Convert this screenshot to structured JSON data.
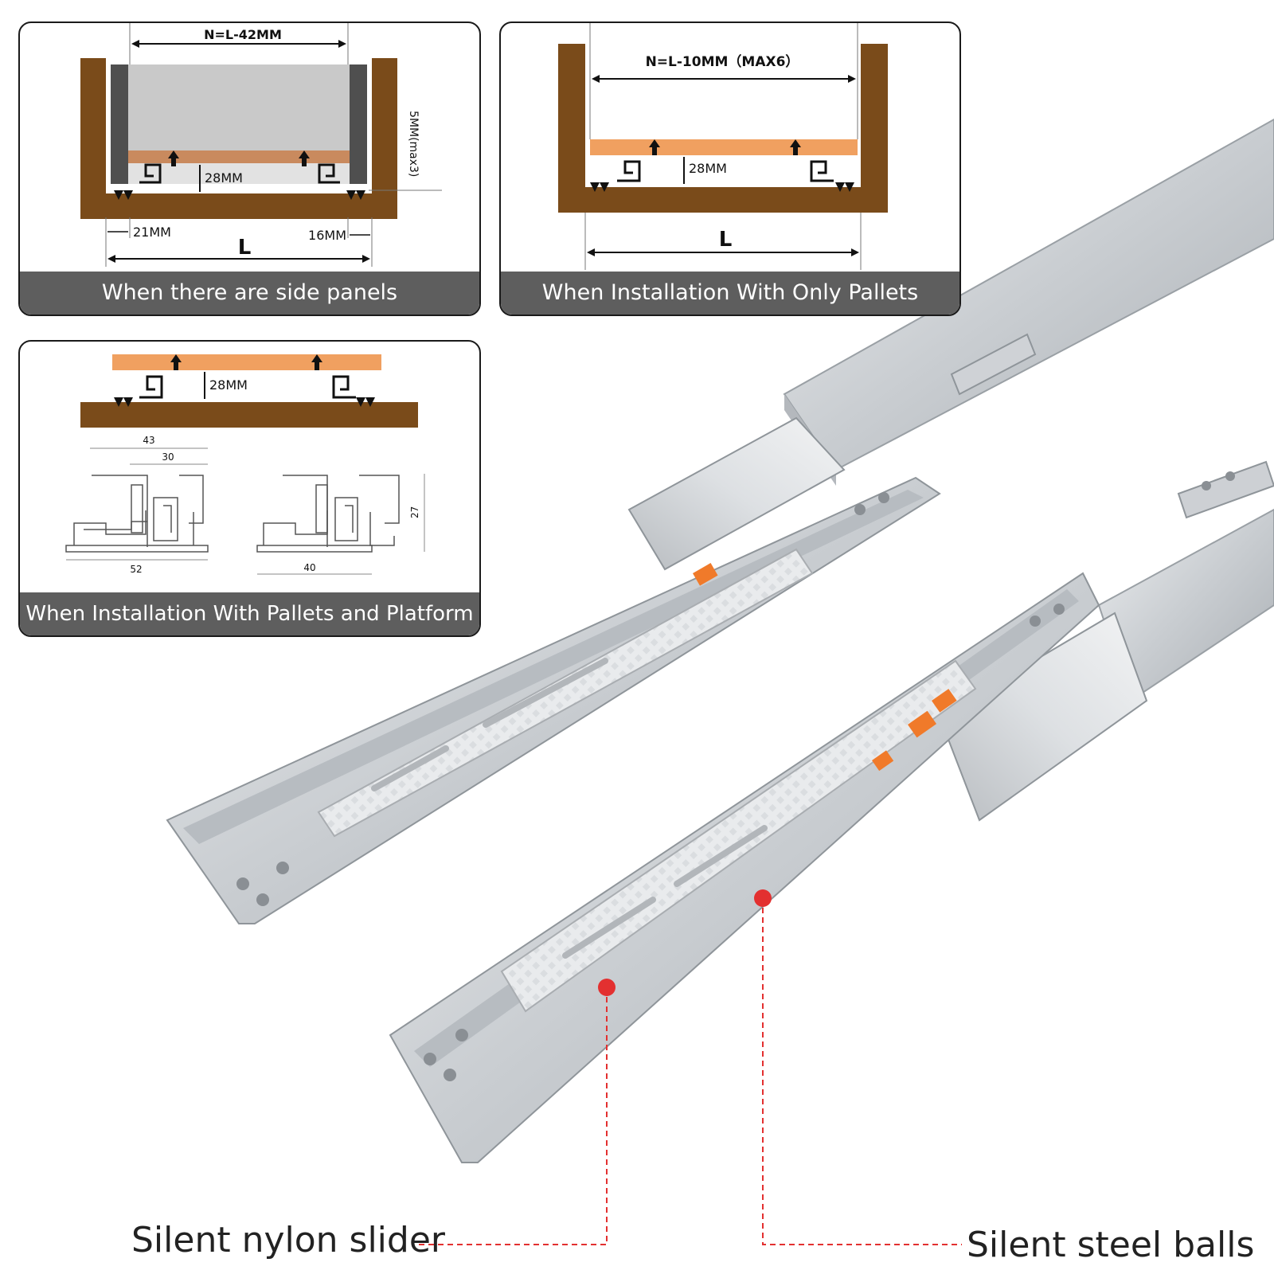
{
  "colors": {
    "wood": "#7a4b1a",
    "drawer_panel": "#c9c9c9",
    "side_panel": "#4f4f4f",
    "pallet_light": "#c98a5e",
    "pallet_orange": "#f0a060",
    "caption_bg": "#5e5e5e",
    "rail_metal": "#d3d6d9",
    "nylon_slider": "#e6e8ea",
    "orange_part": "#f07a2a",
    "marker_red": "#e33030"
  },
  "panel_side": {
    "caption": "When there are side panels",
    "label_n": "N=L-42MM",
    "label_height": "28MM",
    "label_side_gap": "5MM(max3)",
    "label_left_gap": "21MM",
    "label_right_gap": "16MM",
    "label_l": "L"
  },
  "panel_pallets": {
    "caption": "When Installation With Only Pallets",
    "label_n": "N=L-10MM（MAX6）",
    "label_height": "28MM",
    "label_l": "L"
  },
  "panel_platform": {
    "caption": "When Installation With Pallets and Platform",
    "label_height": "28MM",
    "dim_43": "43",
    "dim_30": "30",
    "dim_52": "52",
    "dim_40": "40",
    "dim_27": "27"
  },
  "callouts": {
    "nylon_slider": "Silent nylon slider",
    "steel_balls": "Silent steel balls"
  },
  "icons": [
    "arrow-up-icon",
    "screw-icon",
    "slide-rail-icon"
  ]
}
